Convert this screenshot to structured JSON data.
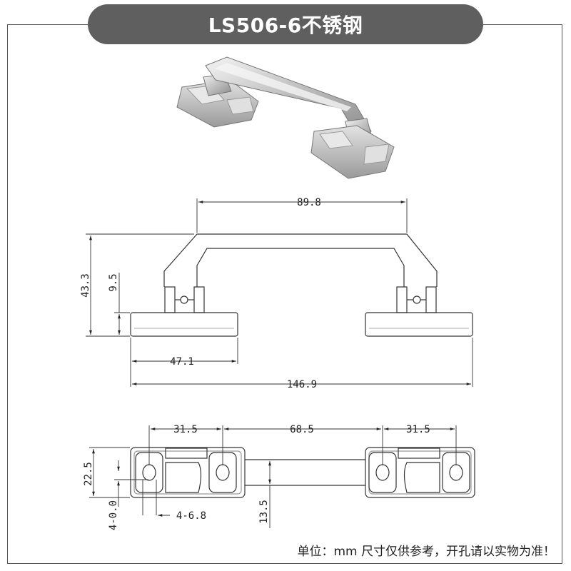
{
  "title": "LS506-6不锈钢",
  "footer_note": "单位：mm  尺寸仅供参考，开孔请以实物为准！",
  "dimensions": {
    "front_top_span": "89.8",
    "front_height": "43.3",
    "front_base_height": "9.5",
    "front_base_width": "47.1",
    "front_total_width": "146.9",
    "top_left_pitch": "31.5",
    "top_center_pitch": "68.5",
    "top_right_pitch": "31.5",
    "top_base_width": "22.5",
    "top_hole_offset": "4-0.0",
    "top_hole_diameter": "4-6.8",
    "top_handle_width": "13.5"
  }
}
